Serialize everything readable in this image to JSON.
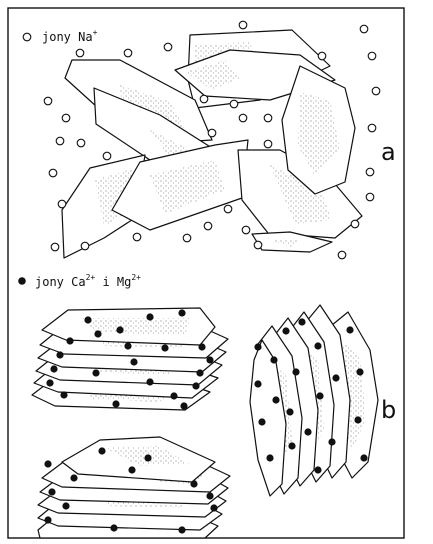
{
  "figure": {
    "legend_na": {
      "text": "jony Na",
      "sup": "+"
    },
    "legend_ca": {
      "prefix": "jony Ca",
      "sup1": "2+",
      "middle": " i Mg",
      "sup2": "2+"
    },
    "panel_a": "a",
    "panel_b": "b"
  }
}
